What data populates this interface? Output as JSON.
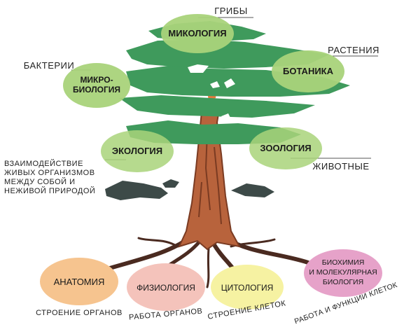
{
  "branches": {
    "mycology": {
      "title": "МИКОЛОГИЯ",
      "subject": "ГРИБЫ"
    },
    "microbiology": {
      "title_line1": "МИКРО-",
      "title_line2": "БИОЛОГИЯ",
      "subject": "БАКТЕРИИ"
    },
    "botany": {
      "title": "БОТАНИКА",
      "subject": "РАСТЕНИЯ"
    },
    "ecology": {
      "title": "ЭКОЛОГИЯ",
      "subject_lines": [
        "ВЗАИМОДЕЙСТВИЕ",
        "ЖИВЫХ ОРГАНИЗМОВ",
        "МЕЖДУ СОБОЙ И",
        "НЕЖИВОЙ ПРИРОДОЙ"
      ]
    },
    "zoology": {
      "title": "ЗООЛОГИЯ",
      "subject": "ЖИВОТНЫЕ"
    }
  },
  "roots": {
    "anatomy": {
      "title": "АНАТОМИЯ",
      "subject": "СТРОЕНИЕ ОРГАНОВ",
      "color": "#f6c48f"
    },
    "physiology": {
      "title": "ФИЗИОЛОГИЯ",
      "subject": "РАБОТА ОРГАНОВ",
      "color": "#f4c3bb"
    },
    "cytology": {
      "title": "ЦИТОЛОГИЯ",
      "subject": "СТРОЕНИЕ КЛЕТОК",
      "color": "#f6f2a2"
    },
    "biochemistry": {
      "title_line1": "БИОХИМИЯ",
      "title_line2": "И МОЛЕКУЛЯРНАЯ",
      "title_line3": "БИОЛОГИЯ",
      "subject": "РАБОТА И ФУНКЦИИ КЛЕТОК",
      "color": "#e6a2c9"
    }
  },
  "colors": {
    "foliage": "#3f9a5c",
    "foliage_dark": "#2d7a45",
    "branch_oval": "#a9d37a",
    "trunk": "#b8633c",
    "trunk_dark": "#7a3b22",
    "root": "#4a2a20",
    "shadow": "#3d4a48"
  }
}
